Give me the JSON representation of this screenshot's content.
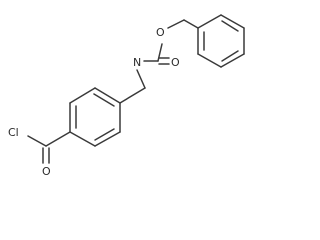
{
  "molecule": {
    "atoms": {
      "chlorine": "Cl",
      "carbonyl_oxygen_bottom": "O",
      "nitrogen": "N",
      "oxygen_top": "O",
      "oxygen_right": "O"
    }
  },
  "colors": {
    "bond": "#3a3a3a",
    "label": "#2b2b2b",
    "background": "#ffffff"
  }
}
